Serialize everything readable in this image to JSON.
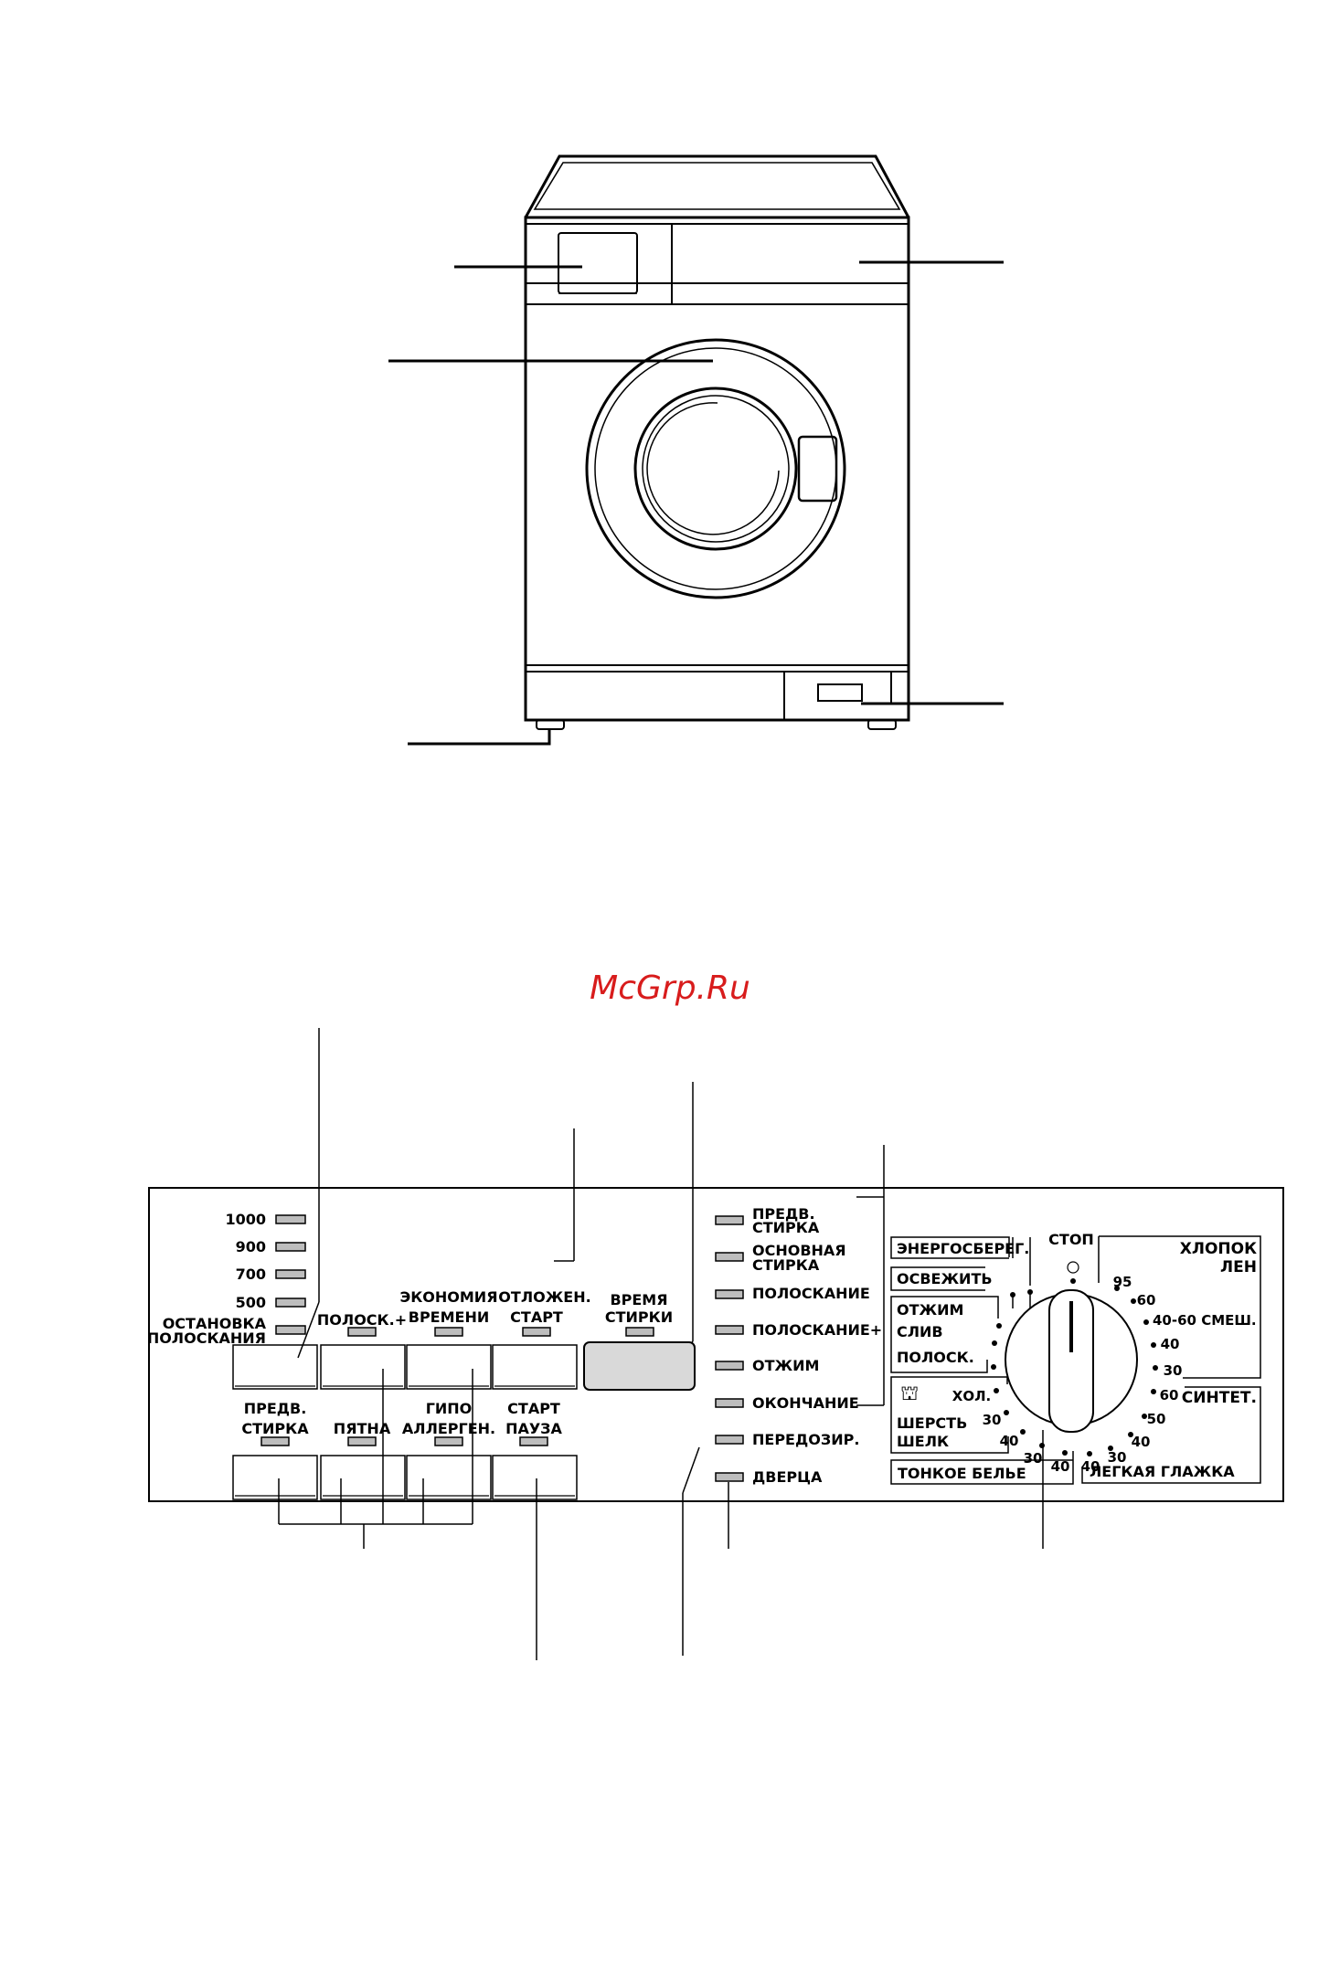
{
  "watermark": "McGrp.Ru",
  "speeds": [
    "1000",
    "900",
    "700",
    "500"
  ],
  "rinse_hold": [
    "ОСТАНОВКА",
    "ПОЛОСКАНИЯ"
  ],
  "top_buttons": [
    {
      "lines": [
        "ПОЛОСК.+"
      ]
    },
    {
      "lines": [
        "ЭКОНОМИЯ",
        "ВРЕМЕНИ"
      ]
    },
    {
      "lines": [
        "ОТЛОЖЕН.",
        "СТАРТ"
      ]
    }
  ],
  "wash_time": [
    "ВРЕМЯ",
    "СТИРКИ"
  ],
  "bottom_buttons": [
    {
      "lines": [
        "ПРЕДВ.",
        "СТИРКА"
      ]
    },
    {
      "lines": [
        "ПЯТНА"
      ]
    },
    {
      "lines": [
        "ГИПО",
        "АЛЛЕРГЕН."
      ]
    },
    {
      "lines": [
        "СТАРТ",
        "ПАУЗА"
      ]
    }
  ],
  "phases": [
    [
      "ПРЕДВ.",
      "СТИРКА"
    ],
    [
      "ОСНОВНАЯ",
      "СТИРКА"
    ],
    [
      "ПОЛОСКАНИЕ"
    ],
    [
      "ПОЛОСКАНИЕ+"
    ],
    [
      "ОТЖИМ"
    ],
    [
      "ОКОНЧАНИЕ"
    ],
    [
      "ПЕРЕДОЗИР."
    ],
    [
      "ДВЕРЦА"
    ]
  ],
  "dial": {
    "stop": "СТОП",
    "energy": "ЭНЕРГОСБЕРЕГ.",
    "refresh": "ОСВЕЖИТЬ",
    "spin": "ОТЖИМ",
    "drain": "СЛИВ",
    "rinse": "ПОЛОСК.",
    "cotton": [
      "ХЛОПОК",
      "ЛЕН"
    ],
    "cotton_temps": [
      "95",
      "60",
      "40-60 СМЕШ.",
      "40",
      "30"
    ],
    "synthetics": "СИНТЕТ.",
    "synth_temps": [
      "60",
      "50",
      "40",
      "30"
    ],
    "wool": [
      "ШЕРСТЬ",
      "ШЕЛК"
    ],
    "wool_temps": [
      "ХОЛ.",
      "30",
      "40"
    ],
    "delicate": "ТОНКОЕ БЕЛЬЕ",
    "delicate_temps": [
      "30",
      "40"
    ],
    "easy_iron": "ЛЕГКАЯ ГЛАЖКА",
    "easy_iron_temp": "40"
  }
}
